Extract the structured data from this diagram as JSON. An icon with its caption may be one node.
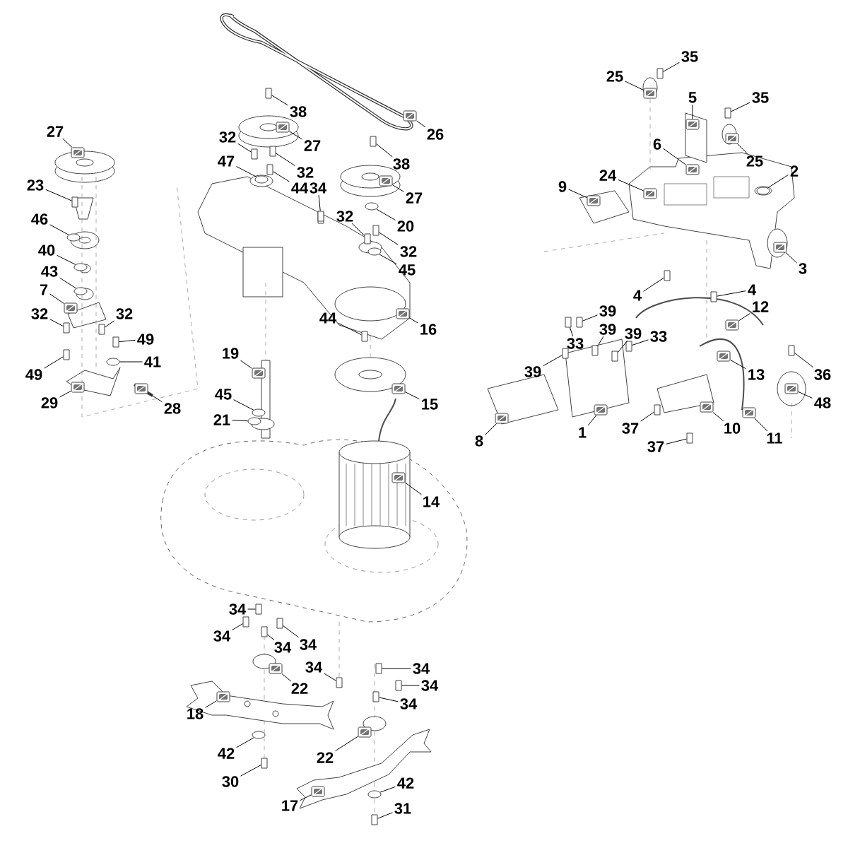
{
  "diagram": {
    "nodes": [
      {
        "text": [
          "27"
        ]
      },
      {
        "text": [
          "23"
        ]
      },
      {
        "text": [
          "46"
        ]
      },
      {
        "text": [
          "40"
        ]
      },
      {
        "text": [
          "43"
        ]
      },
      {
        "text": [
          "7"
        ]
      },
      {
        "text": [
          "32"
        ]
      },
      {
        "text": [
          "32"
        ]
      },
      {
        "text": [
          "49"
        ]
      },
      {
        "text": [
          "49"
        ]
      },
      {
        "text": [
          "41"
        ]
      },
      {
        "text": [
          "29"
        ]
      },
      {
        "text": [
          "28"
        ]
      },
      {
        "text": [
          "38"
        ]
      },
      {
        "text": [
          "27"
        ]
      },
      {
        "text": [
          "32"
        ]
      },
      {
        "text": [
          "32"
        ]
      },
      {
        "text": [
          "47"
        ]
      },
      {
        "text": [
          "44"
        ]
      },
      {
        "text": [
          "34"
        ]
      },
      {
        "text": [
          "38"
        ]
      },
      {
        "text": [
          "27"
        ]
      },
      {
        "text": [
          "32"
        ]
      },
      {
        "text": [
          "20"
        ]
      },
      {
        "text": [
          "32"
        ]
      },
      {
        "text": [
          "45"
        ]
      },
      {
        "text": [
          "16"
        ]
      },
      {
        "text": [
          "44"
        ]
      },
      {
        "text": [
          "19"
        ]
      },
      {
        "text": [
          "45"
        ]
      },
      {
        "text": [
          "21"
        ]
      },
      {
        "text": [
          "15"
        ]
      },
      {
        "text": [
          "14"
        ]
      },
      {
        "text": [
          "26"
        ]
      },
      {
        "text": [
          "34"
        ]
      },
      {
        "text": [
          "34"
        ]
      },
      {
        "text": [
          "34"
        ]
      },
      {
        "text": [
          "34"
        ]
      },
      {
        "text": [
          "22"
        ]
      },
      {
        "text": [
          "34"
        ]
      },
      {
        "text": [
          "34"
        ]
      },
      {
        "text": [
          "34"
        ]
      },
      {
        "text": [
          "34"
        ]
      },
      {
        "text": [
          "18"
        ]
      },
      {
        "text": [
          "42"
        ]
      },
      {
        "text": [
          "30"
        ]
      },
      {
        "text": [
          "22"
        ]
      },
      {
        "text": [
          "17"
        ]
      },
      {
        "text": [
          "42"
        ]
      },
      {
        "text": [
          "31"
        ]
      },
      {
        "text": [
          "35"
        ]
      },
      {
        "text": [
          "25"
        ]
      },
      {
        "text": [
          "5"
        ]
      },
      {
        "text": [
          "35"
        ]
      },
      {
        "text": [
          "6"
        ]
      },
      {
        "text": [
          "25"
        ]
      },
      {
        "text": [
          "24"
        ]
      },
      {
        "text": [
          "9"
        ]
      },
      {
        "text": [
          "2"
        ]
      },
      {
        "text": [
          "3"
        ]
      },
      {
        "text": [
          "4"
        ]
      },
      {
        "text": [
          "4"
        ]
      },
      {
        "text": [
          "12"
        ]
      },
      {
        "text": [
          "39"
        ]
      },
      {
        "text": [
          "39"
        ]
      },
      {
        "text": [
          "39"
        ]
      },
      {
        "text": [
          "33"
        ]
      },
      {
        "text": [
          "33"
        ]
      },
      {
        "text": [
          "39"
        ]
      },
      {
        "text": [
          "13"
        ]
      },
      {
        "text": [
          "36"
        ]
      },
      {
        "text": [
          "48"
        ]
      },
      {
        "text": [
          "8"
        ]
      },
      {
        "text": [
          "1"
        ]
      },
      {
        "text": [
          "37"
        ]
      },
      {
        "text": [
          "10"
        ]
      },
      {
        "text": [
          "11"
        ]
      },
      {
        "text": [
          "37"
        ]
      },
      {
        "text": [],
        "shape": "picture"
      },
      {
        "text": [],
        "shape": "box"
      },
      {
        "text": [],
        "shape": "circle"
      },
      {
        "text": [],
        "shape": "circle"
      },
      {
        "text": [],
        "shape": "circle"
      },
      {
        "text": [],
        "shape": "picture"
      },
      {
        "text": [],
        "shape": "box"
      },
      {
        "text": [],
        "shape": "box"
      },
      {
        "text": [],
        "shape": "box"
      },
      {
        "text": [],
        "shape": "box"
      },
      {
        "text": [],
        "shape": "circle"
      },
      {
        "text": [],
        "shape": "picture"
      },
      {
        "text": [],
        "shape": "picture"
      },
      {
        "text": [],
        "shape": "box"
      },
      {
        "text": [],
        "shape": "picture"
      },
      {
        "text": [],
        "shape": "box"
      },
      {
        "text": [],
        "shape": "box"
      },
      {
        "text": [],
        "shape": "circle"
      },
      {
        "text": [],
        "shape": "box"
      },
      {
        "text": [],
        "shape": "box"
      },
      {
        "text": [],
        "shape": "box"
      },
      {
        "text": [],
        "shape": "picture"
      },
      {
        "text": [],
        "shape": "box"
      },
      {
        "text": [],
        "shape": "circle"
      },
      {
        "text": [],
        "shape": "box"
      },
      {
        "text": [],
        "shape": "circle"
      },
      {
        "text": [],
        "shape": "picture"
      },
      {
        "text": [],
        "shape": "box"
      },
      {
        "text": [],
        "shape": "picture"
      },
      {
        "text": [],
        "shape": "circle"
      },
      {
        "text": [],
        "shape": "circle"
      },
      {
        "text": [],
        "shape": "picture"
      },
      {
        "text": [],
        "shape": "picture"
      },
      {
        "text": [],
        "shape": "picture"
      },
      {
        "text": [],
        "shape": "box"
      },
      {
        "text": [],
        "shape": "box"
      },
      {
        "text": [],
        "shape": "box"
      },
      {
        "text": [],
        "shape": "box"
      },
      {
        "text": [],
        "shape": "picture"
      },
      {
        "text": [],
        "shape": "box"
      },
      {
        "text": [],
        "shape": "box"
      },
      {
        "text": [],
        "shape": "box"
      },
      {
        "text": [],
        "shape": "box"
      },
      {
        "text": [],
        "shape": "picture"
      },
      {
        "text": [],
        "shape": "circle"
      },
      {
        "text": [],
        "shape": "box"
      },
      {
        "text": [],
        "shape": "picture"
      },
      {
        "text": [],
        "shape": "picture"
      },
      {
        "text": [],
        "shape": "circle"
      },
      {
        "text": [],
        "shape": "box"
      },
      {
        "text": [],
        "shape": "box"
      },
      {
        "text": [],
        "shape": "picture"
      },
      {
        "text": [],
        "shape": "picture"
      },
      {
        "text": [],
        "shape": "box"
      },
      {
        "text": [],
        "shape": "picture"
      },
      {
        "text": [],
        "shape": "picture"
      },
      {
        "text": [],
        "shape": "picture"
      },
      {
        "text": [],
        "shape": "picture"
      },
      {
        "text": [],
        "shape": "circle"
      },
      {
        "text": [],
        "shape": "picture"
      },
      {
        "text": [],
        "shape": "box"
      },
      {
        "text": [],
        "shape": "box"
      },
      {
        "text": [],
        "shape": "picture"
      },
      {
        "text": [],
        "shape": "box"
      },
      {
        "text": [],
        "shape": "box"
      },
      {
        "text": [],
        "shape": "box"
      },
      {
        "text": [],
        "shape": "box"
      },
      {
        "text": [],
        "shape": "box"
      },
      {
        "text": [],
        "shape": "box"
      },
      {
        "text": [],
        "shape": "picture"
      },
      {
        "text": [],
        "shape": "box"
      },
      {
        "text": [],
        "shape": "picture"
      },
      {
        "text": [],
        "shape": "picture"
      },
      {
        "text": [],
        "shape": "picture"
      },
      {
        "text": [],
        "shape": "box"
      },
      {
        "text": [],
        "shape": "picture"
      },
      {
        "text": [],
        "shape": "picture"
      },
      {
        "text": [],
        "shape": "box"
      }
    ],
    "edges": [
      {
        "from": 0,
        "to": 78,
        "arrow": "none"
      },
      {
        "from": 1,
        "to": 79,
        "arrow": "none"
      },
      {
        "from": 2,
        "to": 80,
        "arrow": "none"
      },
      {
        "from": 3,
        "to": 81,
        "arrow": "none"
      },
      {
        "from": 4,
        "to": 82,
        "arrow": "none"
      },
      {
        "from": 5,
        "to": 83,
        "arrow": "none"
      },
      {
        "from": 6,
        "to": 84,
        "arrow": "none"
      },
      {
        "from": 7,
        "to": 85,
        "arrow": "none"
      },
      {
        "from": 8,
        "to": 86,
        "arrow": "none"
      },
      {
        "from": 9,
        "to": 87,
        "arrow": "none"
      },
      {
        "from": 10,
        "to": 88,
        "arrow": "none"
      },
      {
        "from": 11,
        "to": 89,
        "arrow": "none"
      },
      {
        "from": 12,
        "to": 90,
        "arrow": "none"
      },
      {
        "from": 13,
        "to": 91,
        "arrow": "none"
      },
      {
        "from": 14,
        "to": 92,
        "arrow": "none"
      },
      {
        "from": 15,
        "to": 93,
        "arrow": "none"
      },
      {
        "from": 16,
        "to": 94,
        "arrow": "none"
      },
      {
        "from": 17,
        "to": 95,
        "arrow": "none"
      },
      {
        "from": 18,
        "to": 96,
        "arrow": "none"
      },
      {
        "from": 19,
        "to": 97,
        "arrow": "none"
      },
      {
        "from": 20,
        "to": 98,
        "arrow": "none"
      },
      {
        "from": 21,
        "to": 99,
        "arrow": "none"
      },
      {
        "from": 22,
        "to": 100,
        "arrow": "none"
      },
      {
        "from": 23,
        "to": 101,
        "arrow": "none"
      },
      {
        "from": 24,
        "to": 102,
        "arrow": "none"
      },
      {
        "from": 25,
        "to": 103,
        "arrow": "none"
      },
      {
        "from": 26,
        "to": 104,
        "arrow": "none"
      },
      {
        "from": 27,
        "to": 105,
        "arrow": "none"
      },
      {
        "from": 28,
        "to": 106,
        "arrow": "none"
      },
      {
        "from": 29,
        "to": 107,
        "arrow": "none"
      },
      {
        "from": 30,
        "to": 108,
        "arrow": "none"
      },
      {
        "from": 31,
        "to": 109,
        "arrow": "none"
      },
      {
        "from": 32,
        "to": 110,
        "arrow": "none"
      },
      {
        "from": 33,
        "to": 111,
        "arrow": "none"
      },
      {
        "from": 34,
        "to": 112,
        "arrow": "none"
      },
      {
        "from": 35,
        "to": 113,
        "arrow": "none"
      },
      {
        "from": 36,
        "to": 114,
        "arrow": "none"
      },
      {
        "from": 37,
        "to": 115,
        "arrow": "none"
      },
      {
        "from": 38,
        "to": 116,
        "arrow": "none"
      },
      {
        "from": 39,
        "to": 117,
        "arrow": "none"
      },
      {
        "from": 40,
        "to": 118,
        "arrow": "none"
      },
      {
        "from": 41,
        "to": 119,
        "arrow": "none"
      },
      {
        "from": 42,
        "to": 120,
        "arrow": "none"
      },
      {
        "from": 43,
        "to": 121,
        "arrow": "none"
      },
      {
        "from": 44,
        "to": 122,
        "arrow": "none"
      },
      {
        "from": 45,
        "to": 123,
        "arrow": "none"
      },
      {
        "from": 46,
        "to": 124,
        "arrow": "none"
      },
      {
        "from": 47,
        "to": 125,
        "arrow": "none"
      },
      {
        "from": 48,
        "to": 126,
        "arrow": "none"
      },
      {
        "from": 49,
        "to": 127,
        "arrow": "none"
      },
      {
        "from": 50,
        "to": 128,
        "arrow": "none"
      },
      {
        "from": 51,
        "to": 129,
        "arrow": "none"
      },
      {
        "from": 52,
        "to": 130,
        "arrow": "none"
      },
      {
        "from": 53,
        "to": 131,
        "arrow": "none"
      },
      {
        "from": 54,
        "to": 132,
        "arrow": "none"
      },
      {
        "from": 55,
        "to": 133,
        "arrow": "none"
      },
      {
        "from": 56,
        "to": 134,
        "arrow": "none"
      },
      {
        "from": 57,
        "to": 135,
        "arrow": "none"
      },
      {
        "from": 58,
        "to": 136,
        "arrow": "none"
      },
      {
        "from": 59,
        "to": 137,
        "arrow": "none"
      },
      {
        "from": 60,
        "to": 138,
        "arrow": "none"
      },
      {
        "from": 61,
        "to": 139,
        "arrow": "none"
      },
      {
        "from": 62,
        "to": 140,
        "arrow": "none"
      },
      {
        "from": 63,
        "to": 141,
        "arrow": "none"
      },
      {
        "from": 64,
        "to": 142,
        "arrow": "none"
      },
      {
        "from": 65,
        "to": 143,
        "arrow": "none"
      },
      {
        "from": 66,
        "to": 144,
        "arrow": "none"
      },
      {
        "from": 67,
        "to": 145,
        "arrow": "none"
      },
      {
        "from": 68,
        "to": 146,
        "arrow": "none"
      },
      {
        "from": 69,
        "to": 147,
        "arrow": "none"
      },
      {
        "from": 70,
        "to": 148,
        "arrow": "none"
      },
      {
        "from": 71,
        "to": 149,
        "arrow": "none"
      },
      {
        "from": 72,
        "to": 150,
        "arrow": "none"
      },
      {
        "from": 73,
        "to": 151,
        "arrow": "none"
      },
      {
        "from": 74,
        "to": 152,
        "arrow": "none"
      },
      {
        "from": 75,
        "to": 153,
        "arrow": "none"
      },
      {
        "from": 76,
        "to": 154,
        "arrow": "none"
      },
      {
        "from": 77,
        "to": 155,
        "arrow": "none"
      }
    ]
  }
}
